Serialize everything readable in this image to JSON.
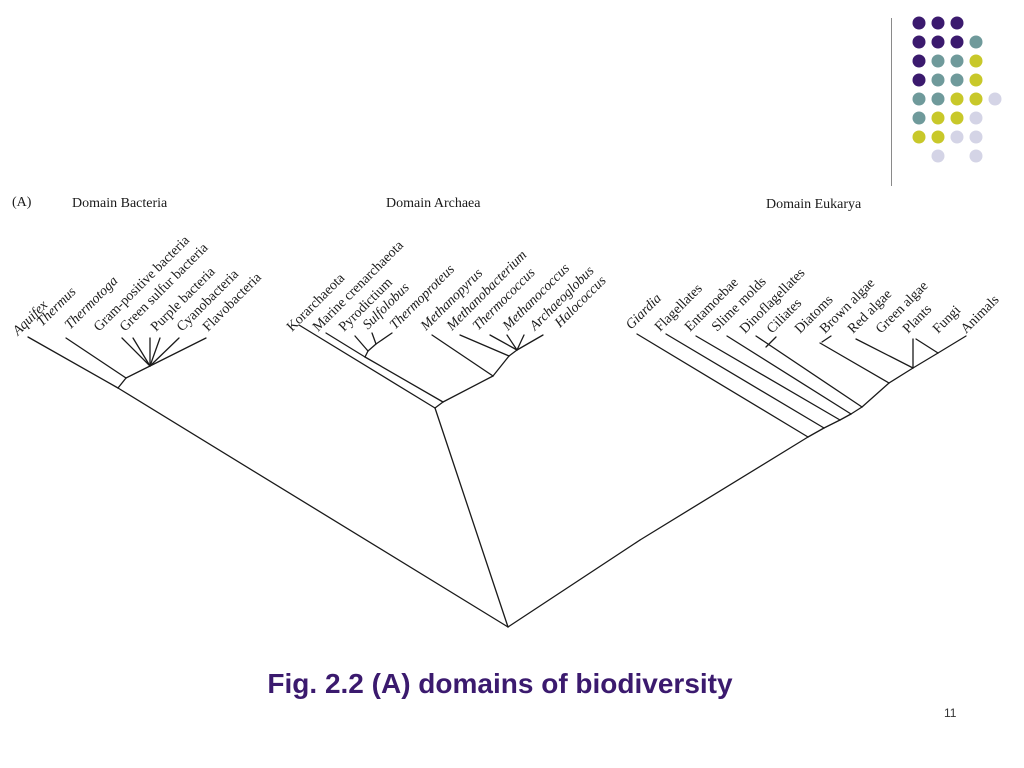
{
  "slide": {
    "caption": "Fig. 2.2 (A) domains of biodiversity",
    "page_number": "11",
    "colors": {
      "caption": "#3b1a6e",
      "dot_purple": "#3b1a6e",
      "dot_teal": "#6f9a9b",
      "dot_yellow": "#c8c82a",
      "dot_lavender": "#d4d4e6"
    }
  },
  "figure": {
    "panel_label": "(A)",
    "domains": [
      "Domain Bacteria",
      "Domain Archaea",
      "Domain Eukarya"
    ],
    "taxa": [
      {
        "name": "Aquifex",
        "italic": true
      },
      {
        "name": "Thermus",
        "italic": true
      },
      {
        "name": "Thermotoga",
        "italic": true
      },
      {
        "name": "Gram-positive bacteria",
        "italic": false
      },
      {
        "name": "Green sulfur bacteria",
        "italic": false
      },
      {
        "name": "Purple bacteria",
        "italic": false
      },
      {
        "name": "Cyanobacteria",
        "italic": false
      },
      {
        "name": "Flavobacteria",
        "italic": false
      },
      {
        "name": "Korarchaeota",
        "italic": false
      },
      {
        "name": "Marine crenarchaeota",
        "italic": false
      },
      {
        "name": "Pyrodictium",
        "italic": false
      },
      {
        "name": "Sulfolobus",
        "italic": true
      },
      {
        "name": "Thermoproteus",
        "italic": true
      },
      {
        "name": "Methanopyrus",
        "italic": true
      },
      {
        "name": "Methanobacterium",
        "italic": true
      },
      {
        "name": "Thermococcus",
        "italic": true
      },
      {
        "name": "Methanococcus",
        "italic": true
      },
      {
        "name": "Archaeoglobus",
        "italic": true
      },
      {
        "name": "Halococcus",
        "italic": true
      },
      {
        "name": "Giardia",
        "italic": true
      },
      {
        "name": "Flagellates",
        "italic": false
      },
      {
        "name": "Entamoebae",
        "italic": false
      },
      {
        "name": "Slime molds",
        "italic": false
      },
      {
        "name": "Dinoflagellates",
        "italic": false
      },
      {
        "name": "Ciliates",
        "italic": false
      },
      {
        "name": "Diatoms",
        "italic": false
      },
      {
        "name": "Brown algae",
        "italic": false
      },
      {
        "name": "Red algae",
        "italic": false
      },
      {
        "name": "Green algae",
        "italic": false
      },
      {
        "name": "Plants",
        "italic": false
      },
      {
        "name": "Fungi",
        "italic": false
      },
      {
        "name": "Animals",
        "italic": false
      }
    ]
  }
}
